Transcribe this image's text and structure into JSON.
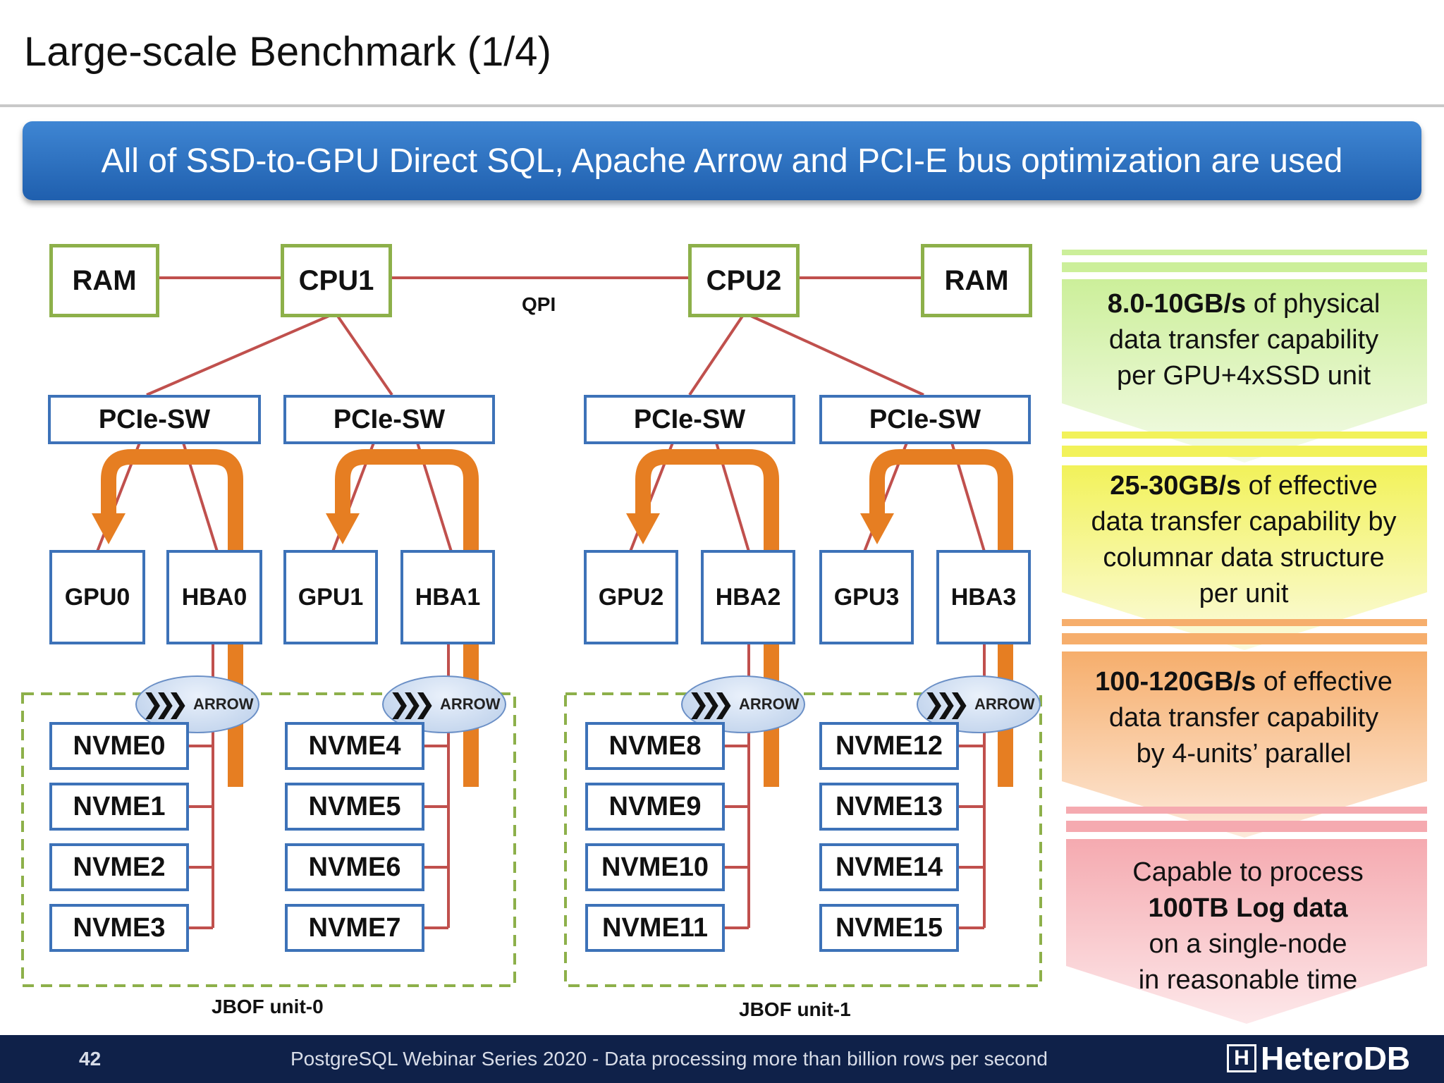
{
  "title": "Large-scale Benchmark (1/4)",
  "banner": "All of SSD-to-GPU Direct SQL, Apache Arrow and PCI-E bus optimization are used",
  "diagram": {
    "ram_left": "RAM",
    "cpu1": "CPU1",
    "cpu2": "CPU2",
    "ram_right": "RAM",
    "qpi": "QPI",
    "pcie_switches": [
      "PCIe-SW",
      "PCIe-SW",
      "PCIe-SW",
      "PCIe-SW"
    ],
    "gpus": [
      "GPU0",
      "GPU1",
      "GPU2",
      "GPU3"
    ],
    "hbas": [
      "HBA0",
      "HBA1",
      "HBA2",
      "HBA3"
    ],
    "arrow_badge": "ARROW",
    "nvme_groups": [
      [
        "NVME0",
        "NVME1",
        "NVME2",
        "NVME3"
      ],
      [
        "NVME4",
        "NVME5",
        "NVME6",
        "NVME7"
      ],
      [
        "NVME8",
        "NVME9",
        "NVME10",
        "NVME11"
      ],
      [
        "NVME12",
        "NVME13",
        "NVME14",
        "NVME15"
      ]
    ],
    "jbof_units": [
      "JBOF unit-0",
      "JBOF unit-1"
    ]
  },
  "side_panel": [
    {
      "bold": "8.0-10GB/s",
      "rest": " of physical",
      "line2": "data transfer capability",
      "line3": "per GPU+4xSSD unit",
      "color_top": "#d4f0a8",
      "color_bottom": "#f4fbe8"
    },
    {
      "bold": "25-30GB/s",
      "rest": " of effective",
      "line2": "data transfer capability by",
      "line3": "columnar data structure",
      "line4": "per unit",
      "color_top": "#f3f36a",
      "color_bottom": "#fbfbe0"
    },
    {
      "bold": "100-120GB/s",
      "rest": " of effective",
      "line2": "data transfer capability",
      "line3": "by 4-units’ parallel",
      "color_top": "#f6b678",
      "color_bottom": "#fdeadb"
    },
    {
      "line1": "Capable to process",
      "bold": "100TB Log data",
      "line3": "on a single-node",
      "line4": "in reasonable time",
      "color_top": "#f7b8bd",
      "color_bottom": "#fde8ea"
    }
  ],
  "footer": {
    "page": "42",
    "text": "PostgreSQL Webinar Series 2020 - Data processing more than billion rows per second",
    "logo": "HeteroDB",
    "logo_mark": "H"
  }
}
